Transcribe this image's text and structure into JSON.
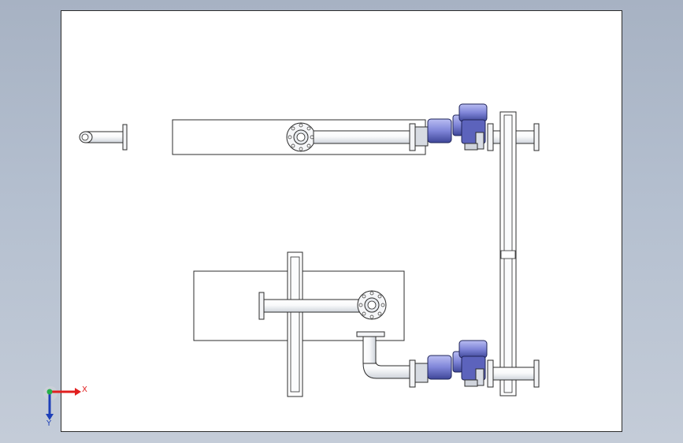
{
  "view": {
    "name": "cad-viewport"
  },
  "triad": {
    "x_label": "X",
    "y_label": "Y",
    "x_color": "#e11f1f",
    "y_color": "#1d3fb8",
    "origin_color": "#26b04a"
  },
  "colors": {
    "background_top": "#a7b2c3",
    "sheet": "#ffffff",
    "line": "#2c2c2c",
    "pipe_highlight": "#ffffff",
    "pipe_shadow": "#cfd4db",
    "actuator_main": "#7f85d8",
    "actuator_dark": "#3e4698",
    "actuator_light": "#b9bdf2"
  }
}
